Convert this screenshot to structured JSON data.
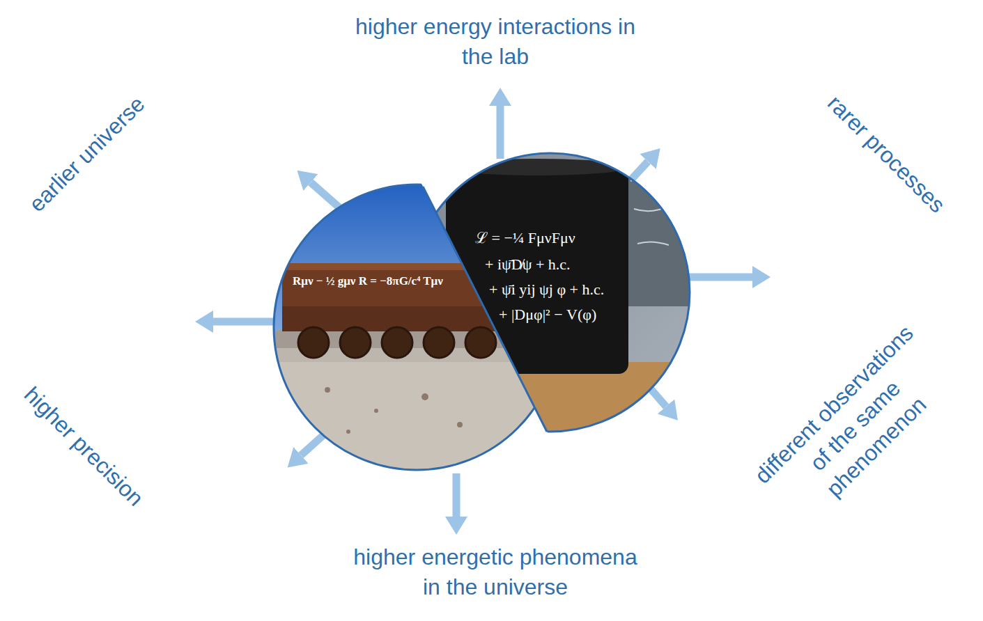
{
  "diagram": {
    "labels": [
      "higher energy interactions in the lab",
      "earlier universe",
      "rarer processes",
      "higher precision",
      "different observations of the same phenomenon",
      "higher energetic phenomena in the universe",
      "Rμν − ½ gμν R = −8πG/c⁴ Tμν",
      "ℒ = −¼ FμνFμν",
      "+ iψ̄D̸ψ + h.c.",
      "+ ψ̄i yij ψj φ + h.c.",
      "+ |Dμφ|² − V(φ)"
    ]
  }
}
